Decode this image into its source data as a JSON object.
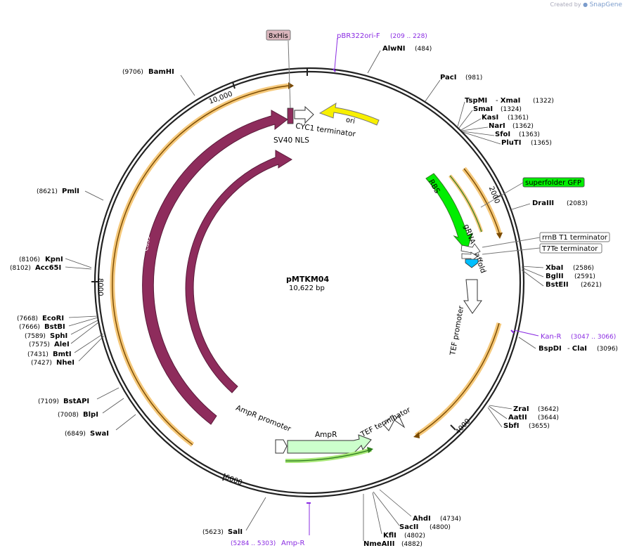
{
  "credit": {
    "prefix": "Created by",
    "brand": "SnapGene"
  },
  "plasmid": {
    "name": "pMTKM04",
    "length": "10,622 bp"
  },
  "ticks": [
    "10,000",
    "2000",
    "4000",
    "6000",
    "8000"
  ],
  "enzymes": [
    {
      "name": "AlwNI",
      "pos": "(484)"
    },
    {
      "name": "PacI",
      "pos": "(981)"
    },
    {
      "name": "TspMI",
      "extra": "XmaI",
      "pos": "(1322)"
    },
    {
      "name": "SmaI",
      "pos": "(1324)"
    },
    {
      "name": "KasI",
      "pos": "(1361)"
    },
    {
      "name": "NarI",
      "pos": "(1362)"
    },
    {
      "name": "SfoI",
      "pos": "(1363)"
    },
    {
      "name": "PluTI",
      "pos": "(1365)"
    },
    {
      "name": "DraIII",
      "pos": "(2083)"
    },
    {
      "name": "XbaI",
      "pos": "(2586)"
    },
    {
      "name": "BglII",
      "pos": "(2591)"
    },
    {
      "name": "BstEII",
      "pos": "(2621)"
    },
    {
      "name": "BspDI",
      "extra": "ClaI",
      "pos": "(3096)"
    },
    {
      "name": "ZraI",
      "pos": "(3642)"
    },
    {
      "name": "AatII",
      "pos": "(3644)"
    },
    {
      "name": "SbfI",
      "pos": "(3655)"
    },
    {
      "name": "AhdI",
      "pos": "(4734)"
    },
    {
      "name": "SacII",
      "pos": "(4800)"
    },
    {
      "name": "KflI",
      "pos": "(4802)"
    },
    {
      "name": "NmeAIII",
      "pos": "(4882)"
    },
    {
      "name": "SalI",
      "pos": "(5623)"
    },
    {
      "name": "SwaI",
      "pos": "(6849)"
    },
    {
      "name": "BlpI",
      "pos": "(7008)"
    },
    {
      "name": "BstAPI",
      "pos": "(7109)"
    },
    {
      "name": "NheI",
      "pos": "(7427)"
    },
    {
      "name": "BmtI",
      "pos": "(7431)"
    },
    {
      "name": "AleI",
      "pos": "(7575)"
    },
    {
      "name": "SphI",
      "pos": "(7589)"
    },
    {
      "name": "BstBI",
      "pos": "(7666)"
    },
    {
      "name": "EcoRI",
      "pos": "(7668)"
    },
    {
      "name": "Acc65I",
      "pos": "(8102)"
    },
    {
      "name": "KpnI",
      "pos": "(8106)"
    },
    {
      "name": "PmlI",
      "pos": "(8621)"
    },
    {
      "name": "BamHI",
      "pos": "(9706)"
    }
  ],
  "primers": [
    {
      "name": "pBR322ori-F",
      "range": "(209 .. 228)"
    },
    {
      "name": "Kan-R",
      "range": "(3047 .. 3066)"
    },
    {
      "name": "Amp-R",
      "range": "(5284 .. 5303)"
    }
  ],
  "boxed_labels": {
    "his": "8xHis",
    "gfp": "superfolder GFP",
    "rrnb": "rrnB T1 terminator",
    "t7te": "T7Te terminator"
  },
  "features": {
    "cyc1": "CYC1 terminator",
    "sv40": "SV40 NLS",
    "ori": "ori",
    "rbs": "RBS",
    "grna": "gRNA scaffold",
    "tef_promoter": "TEF promoter",
    "tef_terminator": "TEF terminator",
    "ampr": "AmpR",
    "ampr_promoter": "AmpR promoter",
    "cas9_outer": "Cas9",
    "cas9_inner": "Cas9"
  },
  "colors": {
    "cas9": "#8e2c5c",
    "ori": "#f8f000",
    "gfp": "#00ee00",
    "ampr": "#ccffcc",
    "orange": "#f4c26b",
    "primer": "#8a2be2",
    "bluebox": "#00bfff",
    "his_box": "#dbb6bd"
  }
}
